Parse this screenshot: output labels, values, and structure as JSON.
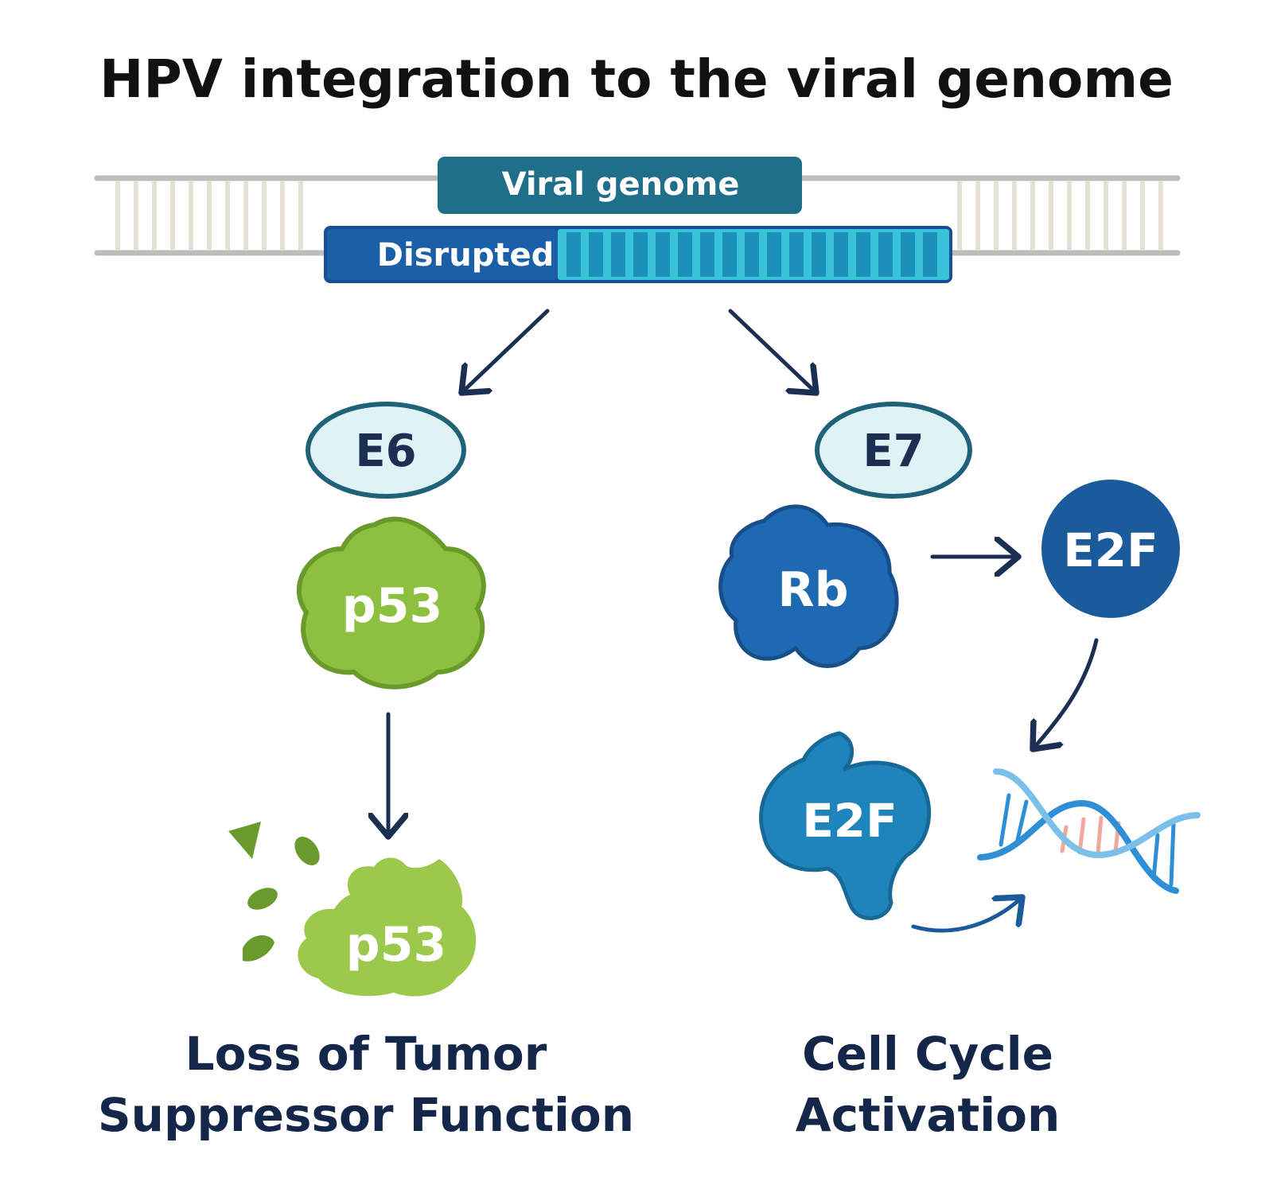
{
  "title": "HPV integration to the viral genome",
  "dna_bar": {
    "viral_genome_label": "Viral genome",
    "disrupted_label": "Disrupted"
  },
  "left_pathway": {
    "oncoprotein": "E6",
    "target_protein": "p53",
    "degraded_protein": "p53",
    "outcome_line1": "Loss of Tumor",
    "outcome_line2": "Suppressor Function"
  },
  "right_pathway": {
    "oncoprotein": "E7",
    "target_protein": "Rb",
    "released_factor": "E2F",
    "active_factor": "E2F",
    "outcome_line1": "Cell Cycle",
    "outcome_line2": "Activation"
  },
  "colors": {
    "title": "#111111",
    "rail": "#bdbdbd",
    "rung": "#e6e1d6",
    "viral_box": "#1f6f8b",
    "disrupted_dark": "#1a5fa8",
    "disrupted_light": "#39c3da",
    "arrow": "#1b2f52",
    "ellipse_fill": "#dff2f6",
    "ellipse_stroke": "#1e6178",
    "p53": "#8dc03f",
    "p53_dark": "#6b9a2c",
    "rb": "#1f69b3",
    "e2f_circle": "#1b5a9b",
    "e2f_blob": "#1e84bb",
    "dna_blue": "#2f8fd6",
    "dna_light": "#7cc0ea",
    "dna_rung": "#f2a79b",
    "outcome_text": "#14274a"
  }
}
